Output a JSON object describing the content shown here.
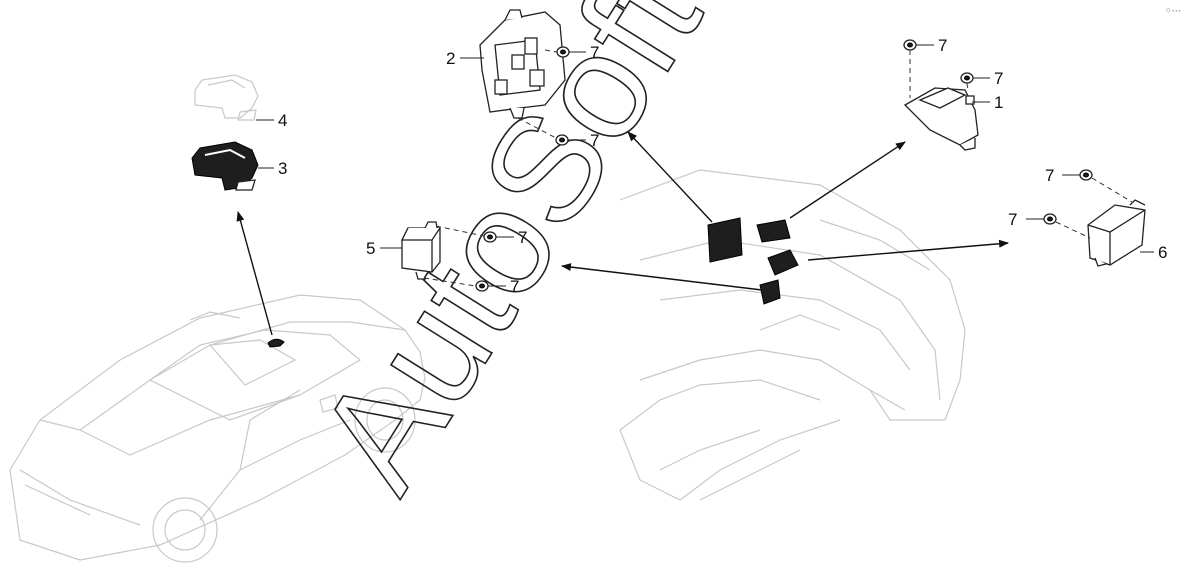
{
  "callouts": {
    "c1": "1",
    "c2": "2",
    "c3": "3",
    "c4": "4",
    "c5": "5",
    "c6": "6",
    "c7": "7"
  },
  "watermark": "AutoSoft",
  "corner_code": "⬡ ∘∘∘",
  "colors": {
    "line": "#222222",
    "ghost": "#c8c8c8",
    "background": "#ffffff"
  }
}
